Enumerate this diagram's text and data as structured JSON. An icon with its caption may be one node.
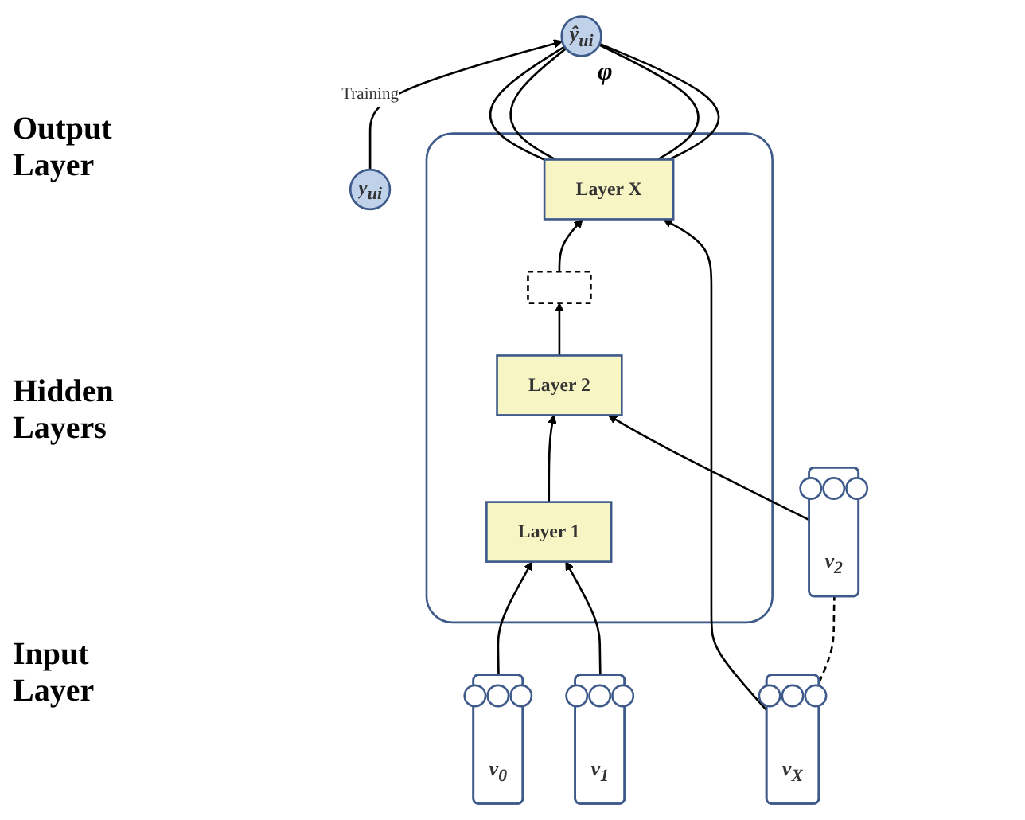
{
  "diagram": {
    "nodes": [
      {
        "text": [
          "y$_{ui}$"
        ]
      },
      {
        "text": [
          "ŷ$_{ui}$"
        ],
        "beside": [
          "φ"
        ]
      },
      {
        "text": [],
        "shape": "box"
      },
      {
        "text": [
          "Layer X"
        ],
        "in": 2
      },
      {
        "text": [],
        "shape": "bar",
        "in": 2
      },
      {
        "text": [
          "Layer 2"
        ],
        "in": 2
      },
      {
        "text": [
          "Layer 1"
        ],
        "in": 2
      },
      {
        "text": [
          "v$_{0}$"
        ]
      },
      {
        "text": [
          "v$_{1}$"
        ]
      },
      {
        "text": [
          "v$_{2}$"
        ]
      },
      {
        "text": [
          "v$_{X}$"
        ]
      }
    ],
    "edges": [
      {
        "from": 0,
        "to": 1,
        "arrow": "to",
        "label": "Training"
      },
      {
        "from": 3,
        "to": 1,
        "arrow": "none"
      },
      {
        "from": 3,
        "to": 1,
        "arrow": "none"
      },
      {
        "from": 3,
        "to": 1,
        "arrow": "none"
      },
      {
        "from": 3,
        "to": 1,
        "arrow": "none"
      },
      {
        "from": 4,
        "to": 3,
        "arrow": "to"
      },
      {
        "from": 5,
        "to": 4,
        "arrow": "to"
      },
      {
        "from": 6,
        "to": 5,
        "arrow": "to"
      },
      {
        "from": 7,
        "to": 6,
        "arrow": "to"
      },
      {
        "from": 8,
        "to": 6,
        "arrow": "to"
      },
      {
        "from": 10,
        "to": 3,
        "arrow": "to"
      },
      {
        "from": 9,
        "to": 5,
        "arrow": "to"
      },
      {
        "from": 10,
        "to": 9,
        "arrow": "none",
        "style": "dashed"
      }
    ],
    "labels": [
      "Output Layer",
      "Hidden Layers",
      "Input Layer"
    ]
  }
}
